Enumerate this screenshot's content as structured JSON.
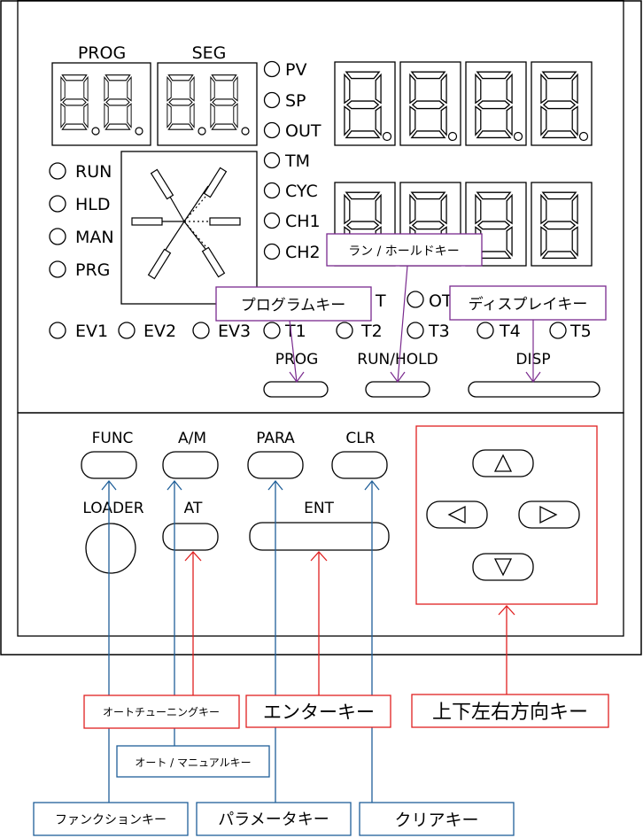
{
  "display": {
    "prog_label": "PROG",
    "seg_label": "SEG",
    "pv_indicators": [
      "PV",
      "SP",
      "OUT",
      "TM",
      "CYC",
      "CH1",
      "CH2"
    ],
    "mode_indicators": [
      "RUN",
      "HLD",
      "MAN",
      "PRG"
    ],
    "event_indicators": [
      "EV1",
      "EV2",
      "EV3",
      "T1",
      "T2",
      "T3",
      "T4",
      "T5"
    ],
    "hidden_label_1": "T",
    "hidden_label_2": "OT"
  },
  "keys": {
    "prog": "PROG",
    "run_hold": "RUN/HOLD",
    "disp": "DISP",
    "func": "FUNC",
    "am": "A/M",
    "para": "PARA",
    "clr": "CLR",
    "loader": "LOADER",
    "at": "AT",
    "ent": "ENT"
  },
  "annotations": {
    "run_hold_key": "ラン / ホールドキー",
    "program_key": "プログラムキー",
    "display_key": "ディスプレイキー",
    "autotuning_key": "オートチューニングキー",
    "enter_key": "エンターキー",
    "direction_keys": "上下左右方向キー",
    "auto_manual_key": "オート / マニュアルキー",
    "function_key": "ファンクションキー",
    "parameter_key": "パラメータキー",
    "clear_key": "クリアキー"
  },
  "colors": {
    "blue": "#1f5f99",
    "red": "#e02020",
    "purple": "#7a2a8e"
  }
}
